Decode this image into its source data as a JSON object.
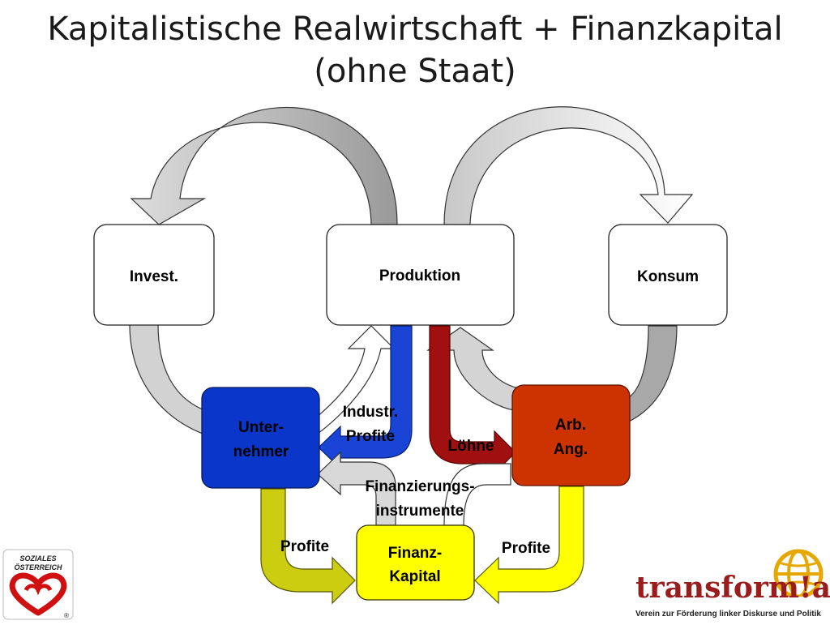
{
  "title": {
    "line1": "Kapitalistische Realwirtschaft + Finanzkapital",
    "line2": "(ohne Staat)"
  },
  "nodes": {
    "invest": "Invest.",
    "produktion": "Produktion",
    "konsum": "Konsum",
    "unternehmer_line1": "Unter-",
    "unternehmer_line2": "nehmer",
    "arbeitnehmer_line1": "Arb.",
    "arbeitnehmer_line2": "Ang.",
    "finanzkapital_line1": "Finanz-",
    "finanzkapital_line2": "Kapital"
  },
  "flows": {
    "industr_profite_line1": "Industr.",
    "industr_profite_line2": "Profite",
    "loehne": "Löhne",
    "finanzierung_line1": "Finanzierungs-",
    "finanzierung_line2": "instrumente",
    "profite_left": "Profite",
    "profite_right": "Profite"
  },
  "colors": {
    "unternehmer": "#0a37c9",
    "arbeitnehmer": "#cc3300",
    "finanzkapital": "#ffff00",
    "industr_profite_arrow": "#1a44d6",
    "loehne_arrow": "#a01010",
    "profite_left_arrow": "#cccc11",
    "profite_right_arrow": "#ffff00",
    "grey_light": "#d4d4d4",
    "grey_dark": "#a6a6a6"
  },
  "logos": {
    "left_line1": "SOZIALES",
    "left_line2": "ÖSTERREICH",
    "left_mark": "®",
    "right_wordmark": "transform!at",
    "right_tagline": "Verein zur Förderung linker Diskurse und Politik"
  }
}
